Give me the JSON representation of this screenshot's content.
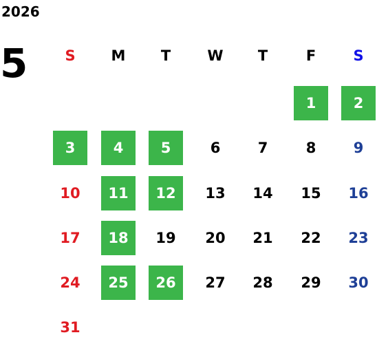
{
  "year": "2026",
  "month": "5",
  "weekdays": [
    "S",
    "M",
    "T",
    "W",
    "T",
    "F",
    "S"
  ],
  "days": [
    "1",
    "2",
    "3",
    "4",
    "5",
    "6",
    "7",
    "8",
    "9",
    "10",
    "11",
    "12",
    "13",
    "14",
    "15",
    "16",
    "17",
    "18",
    "19",
    "20",
    "21",
    "22",
    "23",
    "24",
    "25",
    "26",
    "27",
    "28",
    "29",
    "30",
    "31"
  ],
  "highlighted_days": [
    "1",
    "2",
    "3",
    "4",
    "5",
    "11",
    "12",
    "18",
    "25",
    "26"
  ],
  "first_weekday_index": 5,
  "colors": {
    "sunday": "#e01b22",
    "saturday_header": "#1010e8",
    "saturday": "#1e3f96",
    "weekday": "#000000",
    "highlight_bg": "#3cb54a",
    "highlight_text": "#ffffff"
  }
}
